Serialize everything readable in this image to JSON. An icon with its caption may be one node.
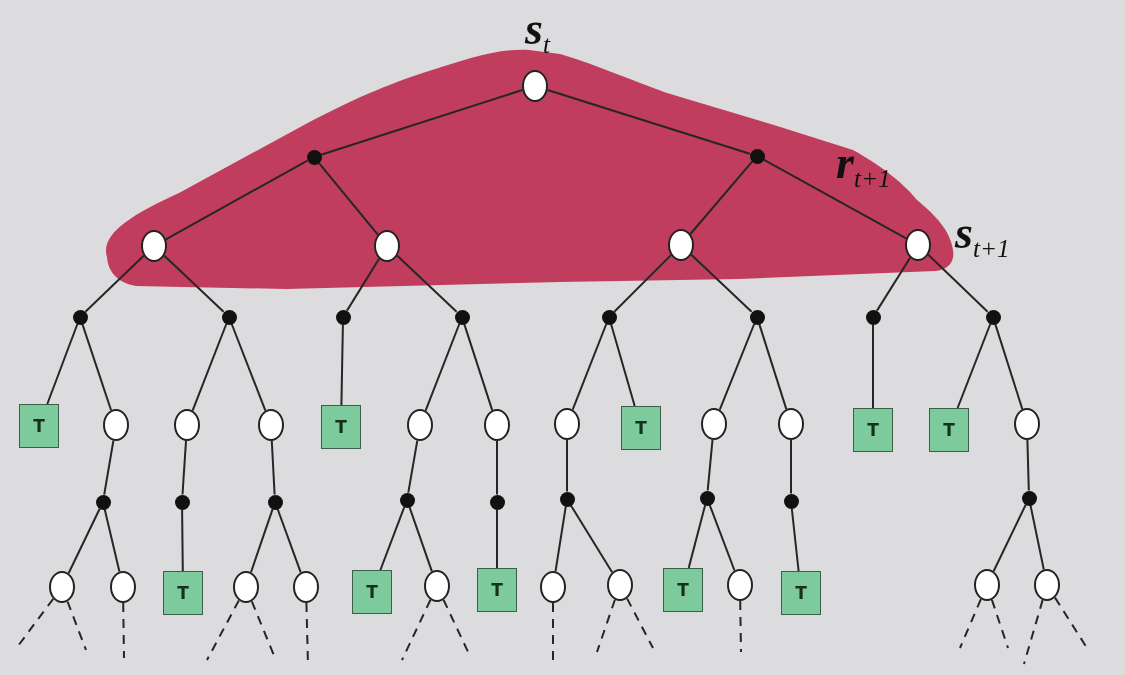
{
  "diagram": {
    "nodes": [
      {
        "text": [],
        "shape": "circle",
        "beside": [
          "s$_{t}$"
        ]
      },
      {
        "text": [],
        "shape": "dot"
      },
      {
        "text": [],
        "shape": "dot"
      },
      {
        "text": [],
        "shape": "circle"
      },
      {
        "text": [],
        "shape": "circle"
      },
      {
        "text": [],
        "shape": "circle"
      },
      {
        "text": [],
        "shape": "circle",
        "beside": [
          "s$_{t+1}$"
        ]
      },
      {
        "text": [],
        "shape": "dot"
      },
      {
        "text": [],
        "shape": "dot"
      },
      {
        "text": [],
        "shape": "dot"
      },
      {
        "text": [],
        "shape": "dot"
      },
      {
        "text": [],
        "shape": "dot"
      },
      {
        "text": [],
        "shape": "dot"
      },
      {
        "text": [],
        "shape": "dot"
      },
      {
        "text": [],
        "shape": "dot"
      },
      {
        "text": [
          "T"
        ]
      },
      {
        "text": [],
        "shape": "circle"
      },
      {
        "text": [],
        "shape": "circle"
      },
      {
        "text": [],
        "shape": "circle"
      },
      {
        "text": [
          "T"
        ]
      },
      {
        "text": [],
        "shape": "circle"
      },
      {
        "text": [],
        "shape": "circle"
      },
      {
        "text": [],
        "shape": "circle"
      },
      {
        "text": [
          "T"
        ]
      },
      {
        "text": [],
        "shape": "circle"
      },
      {
        "text": [],
        "shape": "circle"
      },
      {
        "text": [
          "T"
        ]
      },
      {
        "text": [
          "T"
        ]
      },
      {
        "text": [],
        "shape": "circle"
      },
      {
        "text": [],
        "shape": "dot"
      },
      {
        "text": [],
        "shape": "dot"
      },
      {
        "text": [],
        "shape": "dot"
      },
      {
        "text": [],
        "shape": "dot"
      },
      {
        "text": [],
        "shape": "dot"
      },
      {
        "text": [],
        "shape": "dot"
      },
      {
        "text": [],
        "shape": "dot"
      },
      {
        "text": [],
        "shape": "dot"
      },
      {
        "text": [],
        "shape": "dot"
      },
      {
        "text": [],
        "shape": "circle"
      },
      {
        "text": [],
        "shape": "circle"
      },
      {
        "text": [
          "T"
        ]
      },
      {
        "text": [],
        "shape": "circle"
      },
      {
        "text": [],
        "shape": "circle"
      },
      {
        "text": [
          "T"
        ]
      },
      {
        "text": [],
        "shape": "circle"
      },
      {
        "text": [
          "T"
        ]
      },
      {
        "text": [],
        "shape": "circle"
      },
      {
        "text": [],
        "shape": "circle"
      },
      {
        "text": [
          "T"
        ]
      },
      {
        "text": [],
        "shape": "circle"
      },
      {
        "text": [
          "T"
        ]
      },
      {
        "text": [],
        "shape": "circle"
      },
      {
        "text": [],
        "shape": "circle"
      }
    ],
    "edges": [
      {
        "from": 0,
        "to": 1,
        "arrow": "none"
      },
      {
        "from": 0,
        "to": 2,
        "arrow": "none"
      },
      {
        "from": 1,
        "to": 3,
        "arrow": "none"
      },
      {
        "from": 1,
        "to": 4,
        "arrow": "none"
      },
      {
        "from": 2,
        "to": 5,
        "arrow": "none"
      },
      {
        "from": 2,
        "to": 6,
        "arrow": "none",
        "label": "r$_{t+1}$"
      },
      {
        "from": 3,
        "to": 7,
        "arrow": "none"
      },
      {
        "from": 3,
        "to": 8,
        "arrow": "none"
      },
      {
        "from": 4,
        "to": 9,
        "arrow": "none"
      },
      {
        "from": 4,
        "to": 10,
        "arrow": "none"
      },
      {
        "from": 5,
        "to": 11,
        "arrow": "none"
      },
      {
        "from": 5,
        "to": 12,
        "arrow": "none"
      },
      {
        "from": 6,
        "to": 13,
        "arrow": "none"
      },
      {
        "from": 6,
        "to": 14,
        "arrow": "none"
      },
      {
        "from": 7,
        "to": 15,
        "arrow": "none"
      },
      {
        "from": 7,
        "to": 16,
        "arrow": "none"
      },
      {
        "from": 8,
        "to": 17,
        "arrow": "none"
      },
      {
        "from": 8,
        "to": 18,
        "arrow": "none"
      },
      {
        "from": 9,
        "to": 19,
        "arrow": "none"
      },
      {
        "from": 10,
        "to": 20,
        "arrow": "none"
      },
      {
        "from": 10,
        "to": 21,
        "arrow": "none"
      },
      {
        "from": 11,
        "to": 22,
        "arrow": "none"
      },
      {
        "from": 11,
        "to": 23,
        "arrow": "none"
      },
      {
        "from": 12,
        "to": 24,
        "arrow": "none"
      },
      {
        "from": 12,
        "to": 25,
        "arrow": "none"
      },
      {
        "from": 13,
        "to": 26,
        "arrow": "none"
      },
      {
        "from": 14,
        "to": 27,
        "arrow": "none"
      },
      {
        "from": 14,
        "to": 28,
        "arrow": "none"
      },
      {
        "from": 16,
        "to": 29,
        "arrow": "none"
      },
      {
        "from": 17,
        "to": 30,
        "arrow": "none"
      },
      {
        "from": 18,
        "to": 31,
        "arrow": "none"
      },
      {
        "from": 20,
        "to": 32,
        "arrow": "none"
      },
      {
        "from": 21,
        "to": 33,
        "arrow": "none"
      },
      {
        "from": 22,
        "to": 34,
        "arrow": "none"
      },
      {
        "from": 24,
        "to": 35,
        "arrow": "none"
      },
      {
        "from": 25,
        "to": 36,
        "arrow": "none"
      },
      {
        "from": 28,
        "to": 37,
        "arrow": "none"
      },
      {
        "from": 29,
        "to": 38,
        "arrow": "none"
      },
      {
        "from": 29,
        "to": 39,
        "arrow": "none"
      },
      {
        "from": 30,
        "to": 40,
        "arrow": "none"
      },
      {
        "from": 31,
        "to": 41,
        "arrow": "none"
      },
      {
        "from": 31,
        "to": 42,
        "arrow": "none"
      },
      {
        "from": 32,
        "to": 43,
        "arrow": "none"
      },
      {
        "from": 32,
        "to": 44,
        "arrow": "none"
      },
      {
        "from": 33,
        "to": 45,
        "arrow": "none"
      },
      {
        "from": 34,
        "to": 46,
        "arrow": "none"
      },
      {
        "from": 34,
        "to": 47,
        "arrow": "none"
      },
      {
        "from": 35,
        "to": 48,
        "arrow": "none"
      },
      {
        "from": 35,
        "to": 49,
        "arrow": "none"
      },
      {
        "from": 36,
        "to": 50,
        "arrow": "none"
      },
      {
        "from": 37,
        "to": 51,
        "arrow": "none"
      },
      {
        "from": 37,
        "to": 52,
        "arrow": "none"
      },
      {
        "from": 38,
        "to": null,
        "arrow": "none",
        "style": "dashed"
      },
      {
        "from": 38,
        "to": null,
        "arrow": "none",
        "style": "dashed"
      },
      {
        "from": 39,
        "to": null,
        "arrow": "none",
        "style": "dashed"
      },
      {
        "from": 41,
        "to": null,
        "arrow": "none",
        "style": "dashed"
      },
      {
        "from": 41,
        "to": null,
        "arrow": "none",
        "style": "dashed"
      },
      {
        "from": 42,
        "to": null,
        "arrow": "none",
        "style": "dashed"
      },
      {
        "from": 44,
        "to": null,
        "arrow": "none",
        "style": "dashed"
      },
      {
        "from": 44,
        "to": null,
        "arrow": "none",
        "style": "dashed"
      },
      {
        "from": 46,
        "to": null,
        "arrow": "none",
        "style": "dashed"
      },
      {
        "from": 47,
        "to": null,
        "arrow": "none",
        "style": "dashed"
      },
      {
        "from": 47,
        "to": null,
        "arrow": "none",
        "style": "dashed"
      },
      {
        "from": 49,
        "to": null,
        "arrow": "none",
        "style": "dashed"
      },
      {
        "from": 51,
        "to": null,
        "arrow": "none",
        "style": "dashed"
      },
      {
        "from": 51,
        "to": null,
        "arrow": "none",
        "style": "dashed"
      },
      {
        "from": 52,
        "to": null,
        "arrow": "none",
        "style": "dashed"
      },
      {
        "from": 52,
        "to": null,
        "arrow": "none",
        "style": "dashed"
      }
    ]
  }
}
